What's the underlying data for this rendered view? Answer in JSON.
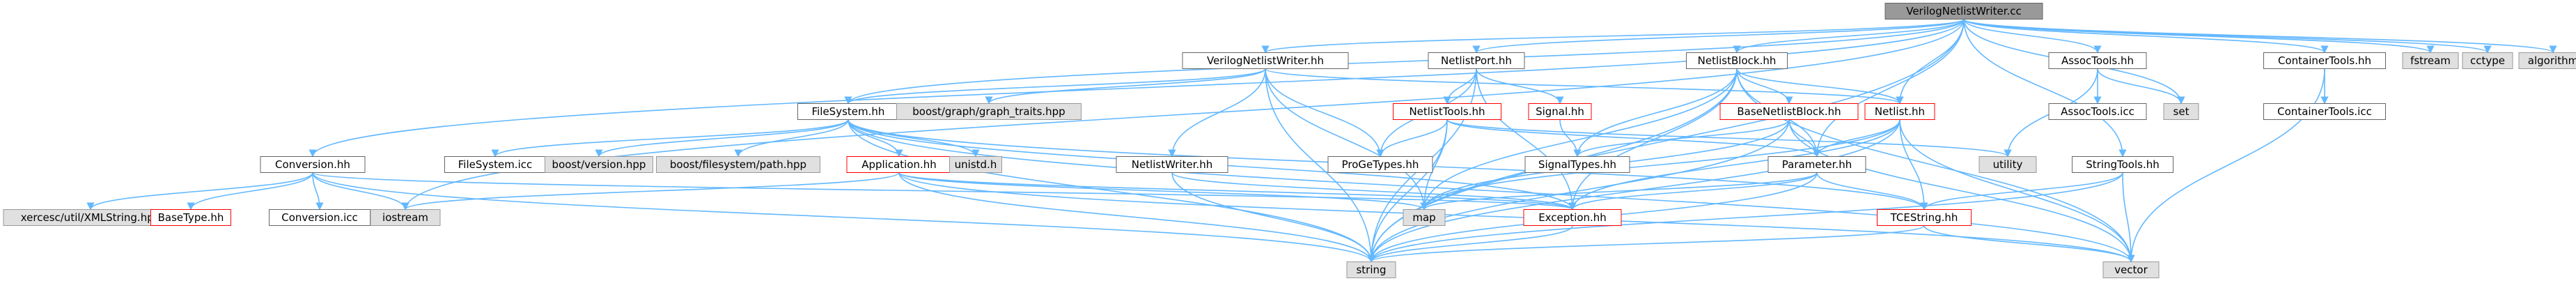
{
  "colors": {
    "root_fill": "#999999",
    "root_border": "#666666",
    "local_fill": "#ffffff",
    "local_border": "#666666",
    "warning_border": "#ff0000",
    "system_fill": "#e0e0e0",
    "system_border": "#999999",
    "edge": "#63B8FF"
  },
  "nodes": [
    {
      "id": "root",
      "label": "VerilogNetlistWriter.cc",
      "kind": "root"
    },
    {
      "id": "conversion_hh",
      "label": "Conversion.hh",
      "kind": "local"
    },
    {
      "id": "filesystem_hh",
      "label": "FileSystem.hh",
      "kind": "local"
    },
    {
      "id": "verilog_hh",
      "label": "VerilogNetlistWriter.hh",
      "kind": "local"
    },
    {
      "id": "netlistport_hh",
      "label": "NetlistPort.hh",
      "kind": "local"
    },
    {
      "id": "netlistblock_hh",
      "label": "NetlistBlock.hh",
      "kind": "local"
    },
    {
      "id": "assoctools_hh",
      "label": "AssocTools.hh",
      "kind": "local"
    },
    {
      "id": "containertools_hh",
      "label": "ContainerTools.hh",
      "kind": "local"
    },
    {
      "id": "fstream",
      "label": "fstream",
      "kind": "system"
    },
    {
      "id": "cctype",
      "label": "cctype",
      "kind": "system"
    },
    {
      "id": "algorithm",
      "label": "algorithm",
      "kind": "system"
    },
    {
      "id": "boost_graph",
      "label": "boost/graph/graph_traits.hpp",
      "kind": "system"
    },
    {
      "id": "netlisttools_hh",
      "label": "NetlistTools.hh",
      "kind": "warning"
    },
    {
      "id": "signal_hh",
      "label": "Signal.hh",
      "kind": "warning"
    },
    {
      "id": "basenetlistblock_hh",
      "label": "BaseNetlistBlock.hh",
      "kind": "warning"
    },
    {
      "id": "netlist_hh",
      "label": "Netlist.hh",
      "kind": "warning"
    },
    {
      "id": "set",
      "label": "set",
      "kind": "system"
    },
    {
      "id": "assoctools_icc",
      "label": "AssocTools.icc",
      "kind": "local"
    },
    {
      "id": "containertools_icc",
      "label": "ContainerTools.icc",
      "kind": "local"
    },
    {
      "id": "filesystem_icc",
      "label": "FileSystem.icc",
      "kind": "local"
    },
    {
      "id": "boost_version",
      "label": "boost/version.hpp",
      "kind": "system"
    },
    {
      "id": "boost_fspath",
      "label": "boost/filesystem/path.hpp",
      "kind": "system"
    },
    {
      "id": "application_hh",
      "label": "Application.hh",
      "kind": "warning"
    },
    {
      "id": "unistd",
      "label": "unistd.h",
      "kind": "system"
    },
    {
      "id": "netlistwriter_hh",
      "label": "NetlistWriter.hh",
      "kind": "local"
    },
    {
      "id": "progetypes_hh",
      "label": "ProGeTypes.hh",
      "kind": "local"
    },
    {
      "id": "signaltypes_hh",
      "label": "SignalTypes.hh",
      "kind": "local"
    },
    {
      "id": "parameter_hh",
      "label": "Parameter.hh",
      "kind": "local"
    },
    {
      "id": "utility",
      "label": "utility",
      "kind": "system"
    },
    {
      "id": "stringtools_hh",
      "label": "StringTools.hh",
      "kind": "local"
    },
    {
      "id": "xercesc",
      "label": "xercesc/util/XMLString.hpp",
      "kind": "system"
    },
    {
      "id": "basetype_hh",
      "label": "BaseType.hh",
      "kind": "warning"
    },
    {
      "id": "conversion_icc",
      "label": "Conversion.icc",
      "kind": "local"
    },
    {
      "id": "iostream",
      "label": "iostream",
      "kind": "system"
    },
    {
      "id": "map",
      "label": "map",
      "kind": "system"
    },
    {
      "id": "exception_hh",
      "label": "Exception.hh",
      "kind": "warning"
    },
    {
      "id": "tcestring_hh",
      "label": "TCEString.hh",
      "kind": "warning"
    },
    {
      "id": "string",
      "label": "string",
      "kind": "system"
    },
    {
      "id": "vector",
      "label": "vector",
      "kind": "system"
    }
  ],
  "edges": [
    [
      "root",
      "conversion_hh"
    ],
    [
      "root",
      "filesystem_hh"
    ],
    [
      "root",
      "verilog_hh"
    ],
    [
      "root",
      "netlistport_hh"
    ],
    [
      "root",
      "netlistblock_hh"
    ],
    [
      "root",
      "assoctools_hh"
    ],
    [
      "root",
      "containertools_hh"
    ],
    [
      "root",
      "fstream"
    ],
    [
      "root",
      "cctype"
    ],
    [
      "root",
      "algorithm"
    ],
    [
      "root",
      "iostream"
    ],
    [
      "root",
      "string"
    ],
    [
      "root",
      "netlist_hh"
    ],
    [
      "root",
      "parameter_hh"
    ],
    [
      "root",
      "stringtools_hh"
    ],
    [
      "root",
      "set"
    ],
    [
      "conversion_hh",
      "xercesc"
    ],
    [
      "conversion_hh",
      "basetype_hh"
    ],
    [
      "conversion_hh",
      "conversion_icc"
    ],
    [
      "conversion_hh",
      "iostream"
    ],
    [
      "conversion_hh",
      "string"
    ],
    [
      "conversion_hh",
      "exception_hh"
    ],
    [
      "filesystem_hh",
      "filesystem_icc"
    ],
    [
      "filesystem_hh",
      "boost_version"
    ],
    [
      "filesystem_hh",
      "boost_fspath"
    ],
    [
      "filesystem_hh",
      "application_hh"
    ],
    [
      "filesystem_hh",
      "unistd"
    ],
    [
      "filesystem_hh",
      "string"
    ],
    [
      "filesystem_hh",
      "vector"
    ],
    [
      "filesystem_hh",
      "exception_hh"
    ],
    [
      "filesystem_hh",
      "tcestring_hh"
    ],
    [
      "verilog_hh",
      "boost_graph"
    ],
    [
      "verilog_hh",
      "netlistwriter_hh"
    ],
    [
      "verilog_hh",
      "progetypes_hh"
    ],
    [
      "verilog_hh",
      "netlist_hh"
    ],
    [
      "verilog_hh",
      "map"
    ],
    [
      "verilog_hh",
      "string"
    ],
    [
      "verilog_hh",
      "filesystem_hh"
    ],
    [
      "netlistport_hh",
      "netlisttools_hh"
    ],
    [
      "netlistport_hh",
      "signal_hh"
    ],
    [
      "netlistport_hh",
      "progetypes_hh"
    ],
    [
      "netlistport_hh",
      "string"
    ],
    [
      "netlistport_hh",
      "exception_hh"
    ],
    [
      "netlistblock_hh",
      "basenetlistblock_hh"
    ],
    [
      "netlistblock_hh",
      "netlist_hh"
    ],
    [
      "netlistblock_hh",
      "signaltypes_hh"
    ],
    [
      "netlistblock_hh",
      "map"
    ],
    [
      "netlistblock_hh",
      "string"
    ],
    [
      "netlistblock_hh",
      "exception_hh"
    ],
    [
      "netlistblock_hh",
      "vector"
    ],
    [
      "netlistblock_hh",
      "parameter_hh"
    ],
    [
      "assoctools_hh",
      "set"
    ],
    [
      "assoctools_hh",
      "assoctools_icc"
    ],
    [
      "assoctools_hh",
      "utility"
    ],
    [
      "containertools_hh",
      "containertools_icc"
    ],
    [
      "containertools_hh",
      "vector"
    ],
    [
      "netlisttools_hh",
      "progetypes_hh"
    ],
    [
      "netlisttools_hh",
      "map"
    ],
    [
      "netlisttools_hh",
      "string"
    ],
    [
      "netlisttools_hh",
      "utility"
    ],
    [
      "netlisttools_hh",
      "parameter_hh"
    ],
    [
      "signal_hh",
      "signaltypes_hh"
    ],
    [
      "basenetlistblock_hh",
      "parameter_hh"
    ],
    [
      "basenetlistblock_hh",
      "signaltypes_hh"
    ],
    [
      "basenetlistblock_hh",
      "string"
    ],
    [
      "basenetlistblock_hh",
      "map"
    ],
    [
      "basenetlistblock_hh",
      "vector"
    ],
    [
      "netlist_hh",
      "parameter_hh"
    ],
    [
      "netlist_hh",
      "tcestring_hh"
    ],
    [
      "netlist_hh",
      "map"
    ],
    [
      "netlist_hh",
      "string"
    ],
    [
      "netlist_hh",
      "vector"
    ],
    [
      "netlist_hh",
      "exception_hh"
    ],
    [
      "application_hh",
      "iostream"
    ],
    [
      "application_hh",
      "map"
    ],
    [
      "application_hh",
      "string"
    ],
    [
      "application_hh",
      "vector"
    ],
    [
      "application_hh",
      "exception_hh"
    ],
    [
      "netlistwriter_hh",
      "string"
    ],
    [
      "netlistwriter_hh",
      "exception_hh"
    ],
    [
      "parameter_hh",
      "string"
    ],
    [
      "parameter_hh",
      "tcestring_hh"
    ],
    [
      "parameter_hh",
      "map"
    ],
    [
      "parameter_hh",
      "exception_hh"
    ],
    [
      "stringtools_hh",
      "tcestring_hh"
    ],
    [
      "stringtools_hh",
      "string"
    ],
    [
      "stringtools_hh",
      "vector"
    ],
    [
      "exception_hh",
      "string"
    ],
    [
      "tcestring_hh",
      "string"
    ],
    [
      "tcestring_hh",
      "vector"
    ]
  ]
}
